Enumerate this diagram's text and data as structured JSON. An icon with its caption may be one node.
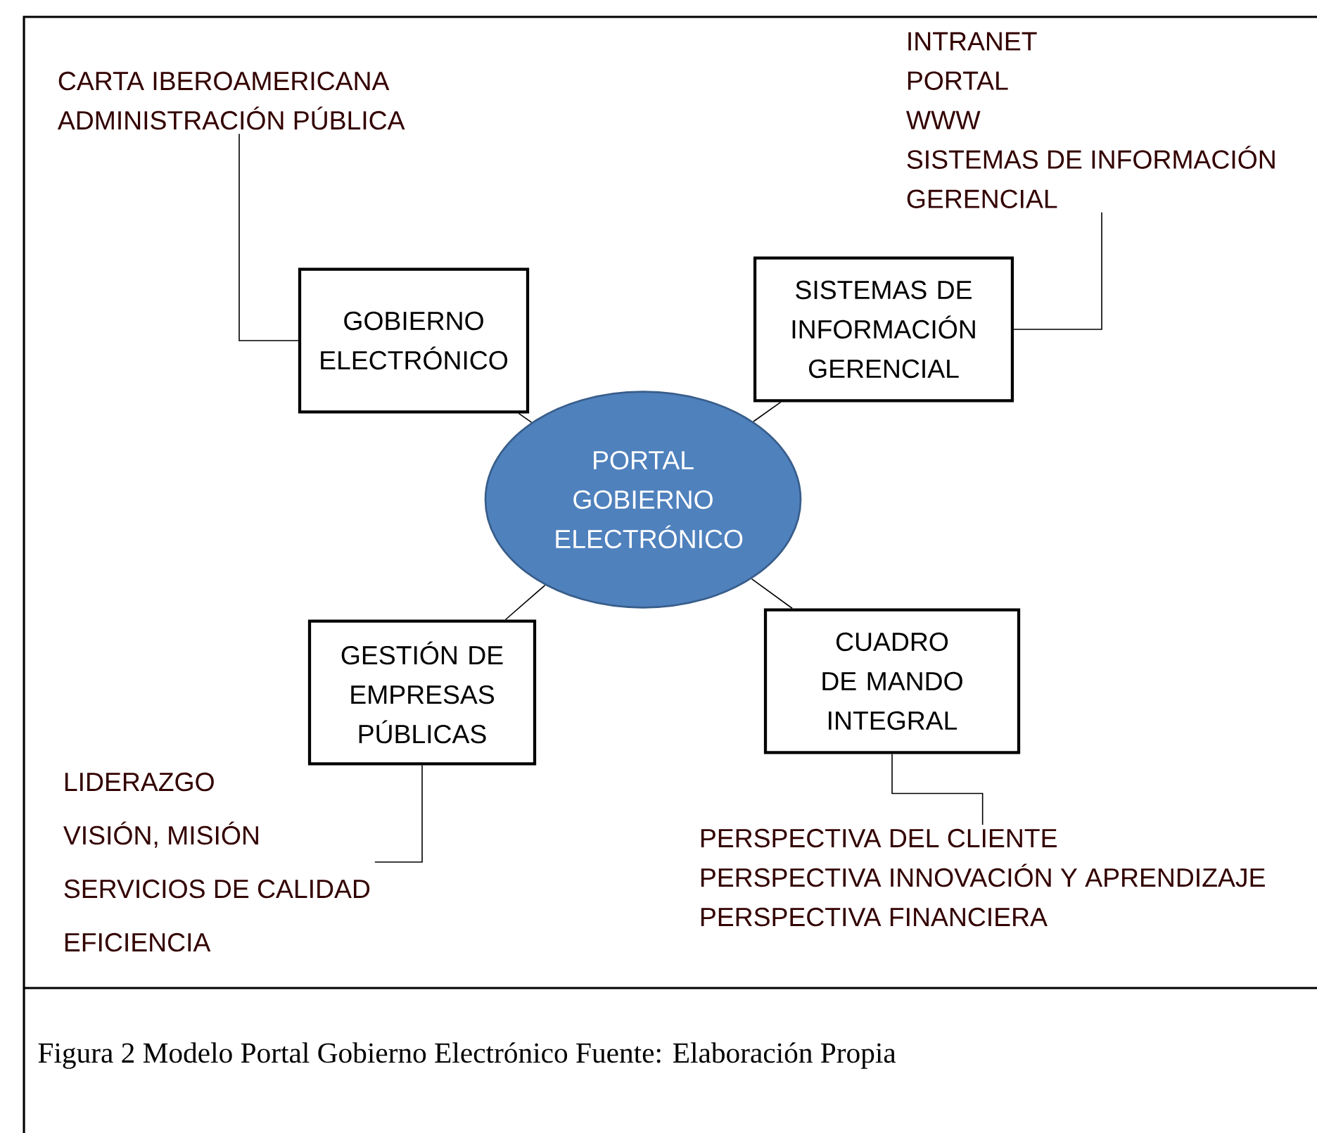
{
  "diagram": {
    "caption": "Figura 2 Modelo Portal Gobierno Electrónico Fuente: Elaboración Propia",
    "nodes": [
      {
        "text": [
          "CARTA IBEROAMERICANA",
          "ADMINISTRACIÓN PÚBLICA"
        ]
      },
      {
        "text": [
          "INTRANET",
          "PORTAL",
          "WWW",
          "SISTEMAS DE INFORMACIÓN",
          "GERENCIAL"
        ]
      },
      {
        "text": [
          "GOBIERNO ELECTRÓNICO"
        ]
      },
      {
        "text": [
          "SISTEMAS DE INFORMACIÓN GERENCIAL"
        ]
      },
      {
        "text": [
          "PORTAL GOBIERNO ELECTRÓNICO"
        ]
      },
      {
        "text": [
          "GESTIÓN DE EMPRESAS PÚBLICAS"
        ]
      },
      {
        "text": [
          "CUADRO DE MANDO INTEGRAL"
        ]
      },
      {
        "text": [
          "LIDERAZGO",
          "VISIÓN, MISIÓN",
          "SERVICIOS DE CALIDAD",
          "EFICIENCIA"
        ]
      },
      {
        "text": [
          "PERSPECTIVA DEL CLIENTE",
          "PERSPECTIVA INNOVACIÓN Y APRENDIZAJE",
          "PERSPECTIVA FINANCIERA"
        ]
      }
    ],
    "edges": [
      {
        "from": 2,
        "to": 4,
        "arrow": "none"
      },
      {
        "from": 3,
        "to": 4,
        "arrow": "none"
      },
      {
        "from": 5,
        "to": 4,
        "arrow": "none"
      },
      {
        "from": 6,
        "to": 4,
        "arrow": "none"
      },
      {
        "from": 0,
        "to": 2,
        "arrow": "none"
      },
      {
        "from": 1,
        "to": 3,
        "arrow": "none"
      },
      {
        "from": 5,
        "to": 7,
        "arrow": "none"
      },
      {
        "from": 6,
        "to": 8,
        "arrow": "none"
      }
    ]
  }
}
